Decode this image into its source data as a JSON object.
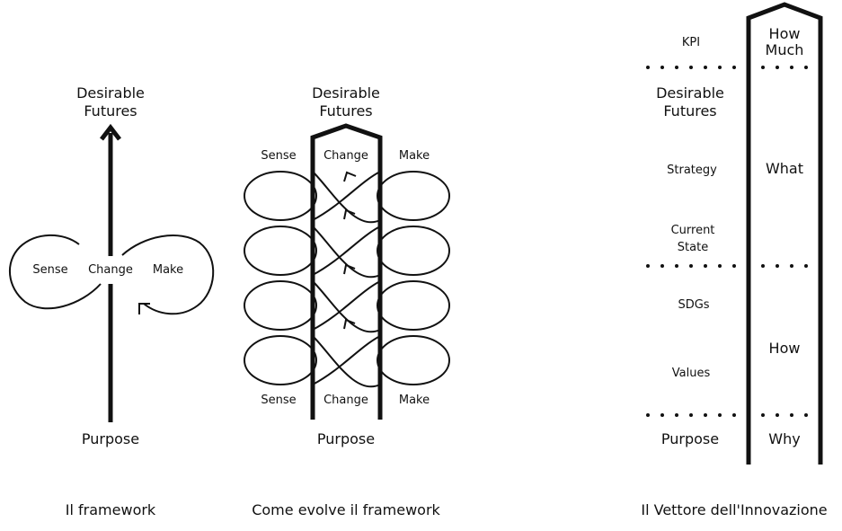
{
  "panel1": {
    "caption": "Il framework",
    "top": [
      "Desirable",
      "Futures"
    ],
    "sense": "Sense",
    "change": "Change",
    "make": "Make",
    "bottom": "Purpose"
  },
  "panel2": {
    "caption": "Come evolve il framework",
    "top": [
      "Desirable",
      "Futures"
    ],
    "sense_top": "Sense",
    "change_top": "Change",
    "make_top": "Make",
    "sense_bottom": "Sense",
    "change_bottom": "Change",
    "make_bottom": "Make",
    "bottom": "Purpose",
    "loop_count": 4
  },
  "panel3": {
    "caption": "Il Vettore dell'Innovazione",
    "left": {
      "kpi": "KPI",
      "desirable": [
        "Desirable",
        "Futures"
      ],
      "strategy": "Strategy",
      "current": [
        "Current",
        "State"
      ],
      "sdgs": "SDGs",
      "values": "Values",
      "purpose": "Purpose"
    },
    "right": {
      "how_much": [
        "How",
        "Much"
      ],
      "what": "What",
      "how": "How",
      "why": "Why"
    }
  },
  "colors": {
    "ink": "#111111",
    "background": "#ffffff"
  }
}
